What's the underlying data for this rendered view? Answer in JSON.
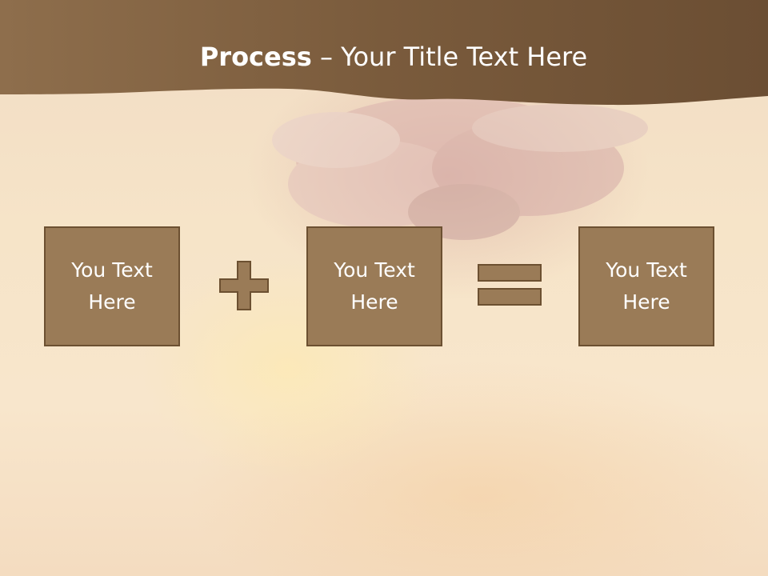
{
  "slide": {
    "title_bold": "Process",
    "title_rest": " – Your Title Text Here"
  },
  "process": {
    "steps": [
      {
        "label": "You Text Here"
      },
      {
        "label": "You Text Here"
      },
      {
        "label": "You Text Here"
      }
    ],
    "operators": [
      "plus",
      "equals"
    ]
  },
  "colors": {
    "header": "#7d5e3e",
    "box_fill": "#9a7b57",
    "box_border": "#6c5031",
    "text": "#ffffff"
  }
}
